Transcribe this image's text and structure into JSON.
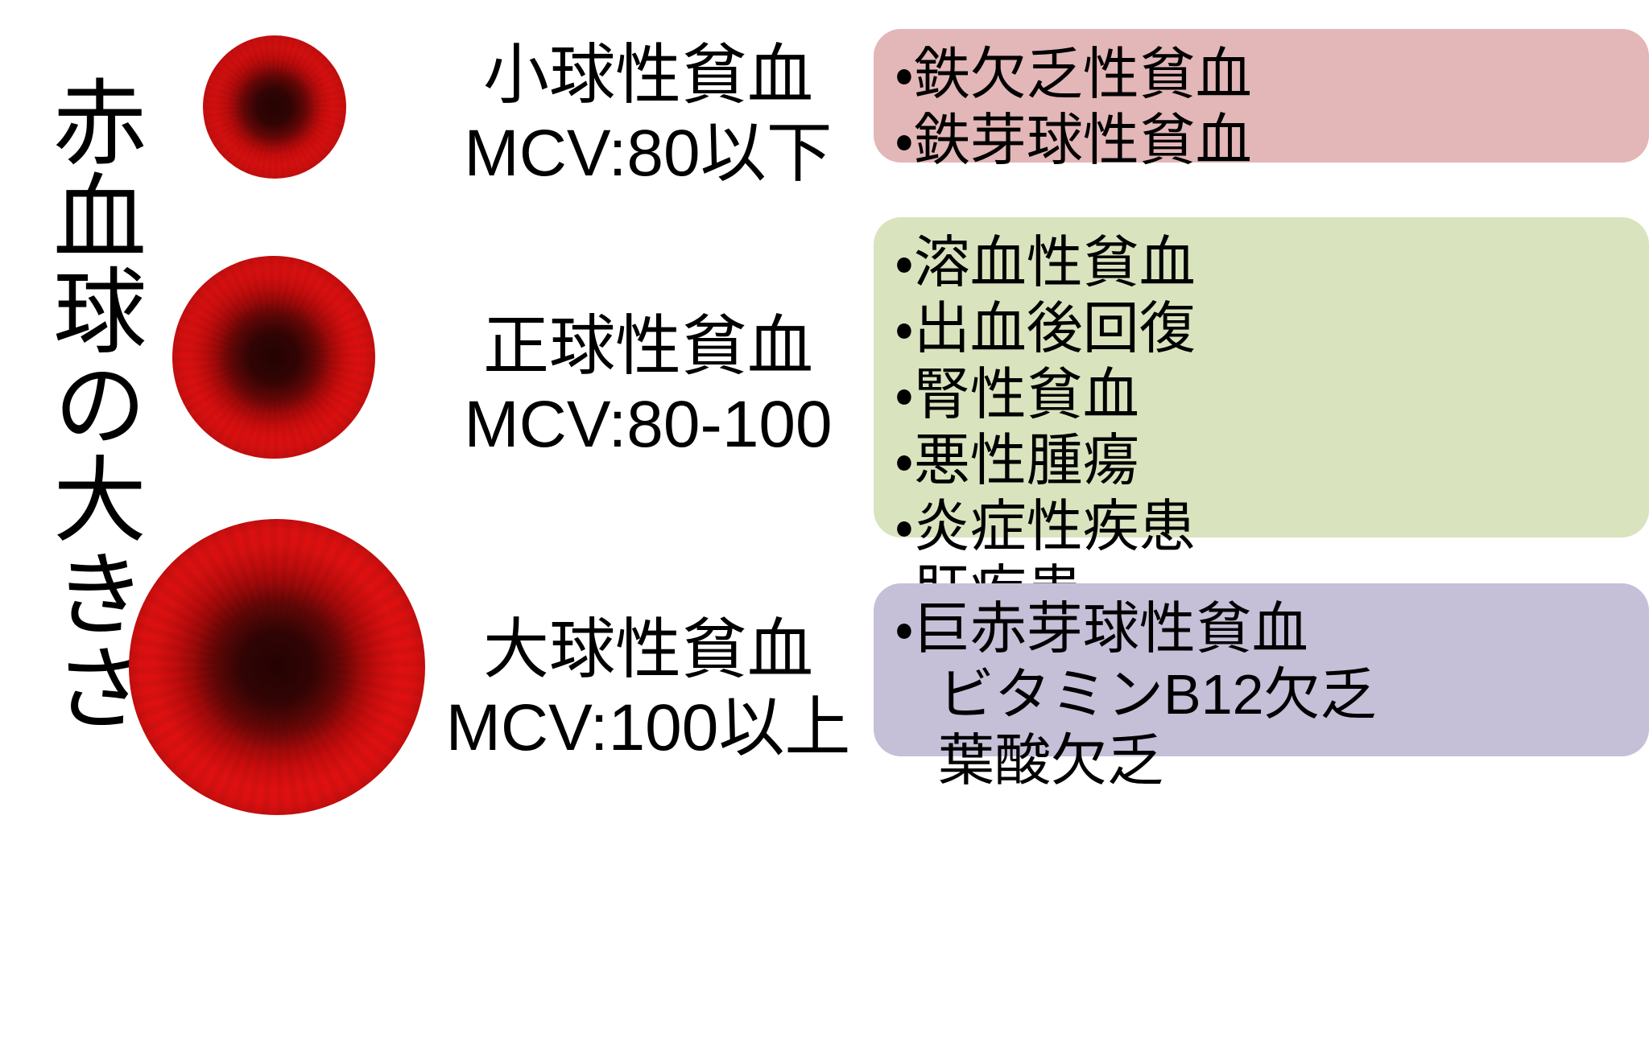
{
  "page": {
    "vertical_title": "赤血球の大きさ",
    "background_color": "#ffffff"
  },
  "cells": [
    {
      "id": "micro",
      "name": "microcytic-red-blood-cell",
      "rim_color": "#e41010",
      "center_color": "#2a0202",
      "relative_size": "small"
    },
    {
      "id": "normo",
      "name": "normocytic-red-blood-cell",
      "rim_color": "#e41010",
      "center_color": "#2a0202",
      "relative_size": "medium"
    },
    {
      "id": "macro",
      "name": "macrocytic-red-blood-cell",
      "rim_color": "#e41010",
      "center_color": "#2a0202",
      "relative_size": "large"
    }
  ],
  "rows": [
    {
      "id": "micro",
      "label_line1": "小球性貧血",
      "label_line2": "MCV:80以下",
      "box_color": "#e3b6b8",
      "causes": [
        {
          "text": "鉄欠乏性貧血",
          "bullet": true
        },
        {
          "text": "鉄芽球性貧血",
          "bullet": true
        }
      ]
    },
    {
      "id": "normo",
      "label_line1": "正球性貧血",
      "label_line2": "MCV:80-100",
      "box_color": "#d9e4be",
      "causes": [
        {
          "text": "溶血性貧血",
          "bullet": true
        },
        {
          "text": "出血後回復",
          "bullet": true
        },
        {
          "text": "腎性貧血",
          "bullet": true
        },
        {
          "text": "悪性腫瘍",
          "bullet": true
        },
        {
          "text": "炎症性疾患",
          "bullet": true
        },
        {
          "text": "肝疾患",
          "bullet": true
        }
      ]
    },
    {
      "id": "macro",
      "label_line1": "大球性貧血",
      "label_line2": "MCV:100以上",
      "box_color": "#c6bfd8",
      "causes": [
        {
          "text": "巨赤芽球性貧血",
          "bullet": true
        },
        {
          "text": "ビタミンB12欠乏",
          "bullet": false
        },
        {
          "text": "葉酸欠乏",
          "bullet": false
        }
      ]
    }
  ]
}
